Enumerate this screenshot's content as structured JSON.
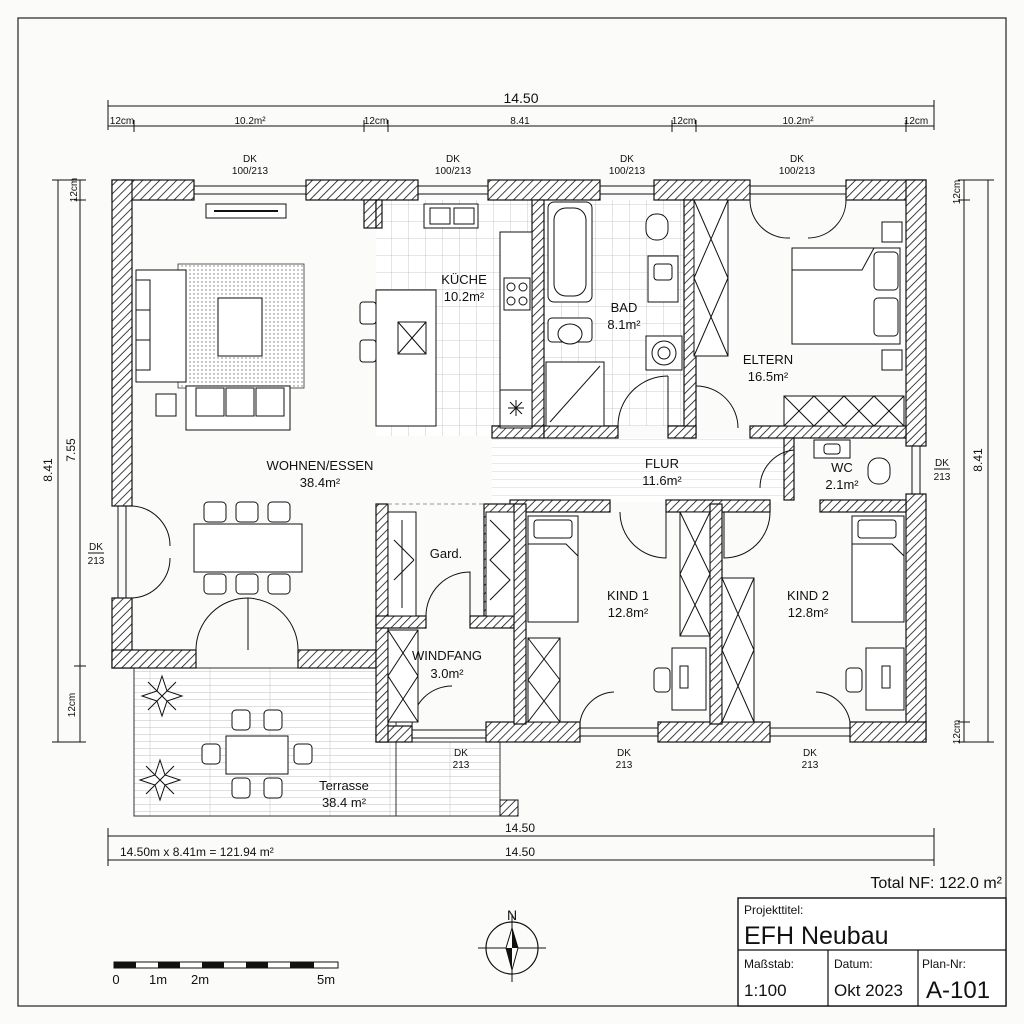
{
  "dimensions": {
    "top_total": "14.50",
    "top_segments": [
      "12cm",
      "10.2m²",
      "12cm",
      "8.41",
      "12cm",
      "10.2m²",
      "12cm"
    ],
    "bottom_total_1": "14.50",
    "bottom_total_2": "14.50",
    "bottom_formula": "14.50m x 8.41m = 121.94 m²",
    "left_total": "8.41",
    "left_inner": "7.55",
    "left_top": "12cm",
    "left_bottom": "12cm",
    "right_total": "8.41",
    "right_top": "12cm",
    "right_bottom": "12cm"
  },
  "windows": {
    "top_dk": "DK",
    "top_size": "100/213",
    "side_dk": "DK",
    "side_size": "213"
  },
  "rooms": [
    {
      "name": "WOHNEN/ESSEN",
      "area": "38.4m²"
    },
    {
      "name": "KÜCHE",
      "area": "10.2m²"
    },
    {
      "name": "BAD",
      "area": "8.1m²"
    },
    {
      "name": "ELTERN",
      "area": "16.5m²"
    },
    {
      "name": "FLUR",
      "area": "11.6m²"
    },
    {
      "name": "WC",
      "area": "2.1m²"
    },
    {
      "name": "KIND 1",
      "area": "12.8m²"
    },
    {
      "name": "KIND 2",
      "area": "12.8m²"
    },
    {
      "name": "WINDFANG",
      "area": "3.0m²"
    },
    {
      "name": "Terrasse",
      "area": "38.4 m²"
    }
  ],
  "gard_label": "Gard.",
  "total_nf": "Total NF: 122.0 m²",
  "north": "N",
  "scalebar": {
    "labels": [
      "0",
      "1m",
      "2m",
      "5m"
    ]
  },
  "title_block": {
    "project_label": "Projekttitel:",
    "project_value": "EFH Neubau",
    "scale_label": "Maßstab:",
    "scale_value": "1:100",
    "date_label": "Datum:",
    "date_value": "Okt 2023",
    "plan_label": "Plan-Nr:",
    "plan_value": "A-101"
  },
  "colors": {
    "line": "#111111",
    "paper": "#fbfbfa"
  }
}
